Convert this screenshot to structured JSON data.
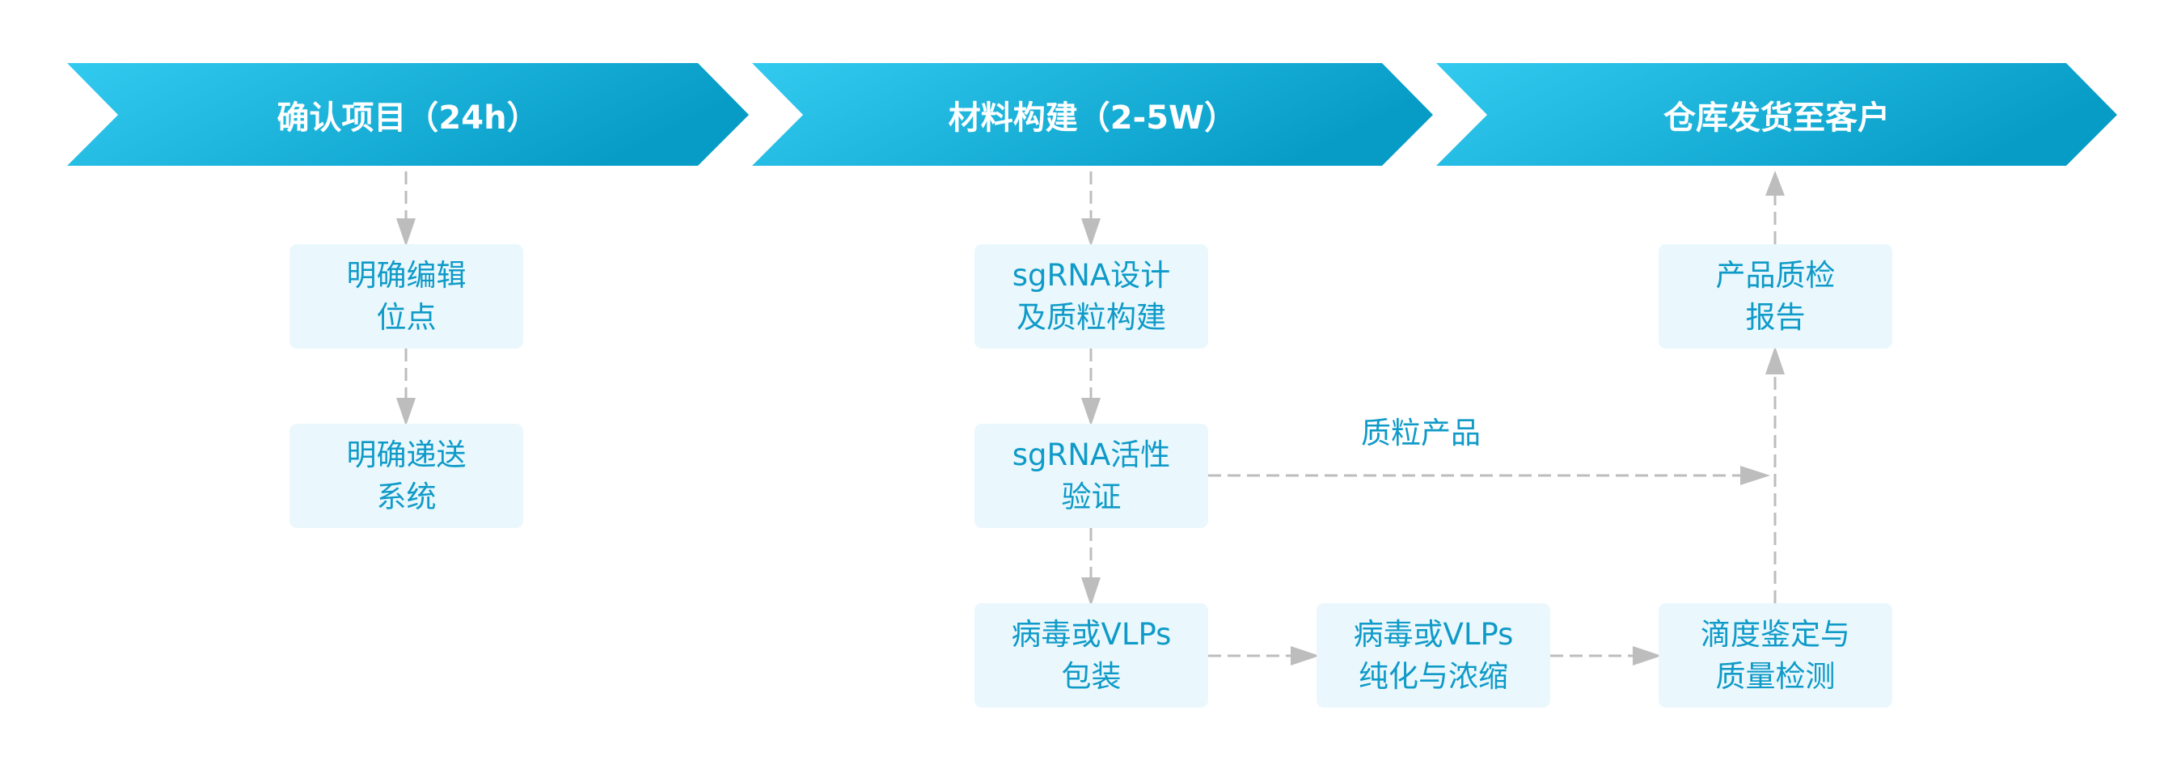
{
  "colors": {
    "stage_gradient_start": "#33caf0",
    "stage_gradient_end": "#069cc6",
    "box_background": "#eaf8fd",
    "box_text": "#0f9ac8",
    "connector": "#bdbdbd"
  },
  "stages": [
    {
      "id": "confirm",
      "label": "确认项目（24h）"
    },
    {
      "id": "build",
      "label": "材料构建（2-5W）"
    },
    {
      "id": "ship",
      "label": "仓库发货至客户"
    }
  ],
  "steps": {
    "edit_site": {
      "lines": [
        "明确编辑",
        "位点"
      ]
    },
    "delivery_system": {
      "lines": [
        "明确递送",
        "系统"
      ]
    },
    "sgrna_design": {
      "lines": [
        "sgRNA设计",
        "及质粒构建"
      ]
    },
    "sgrna_validation": {
      "lines": [
        "sgRNA活性",
        "验证"
      ]
    },
    "packaging": {
      "lines": [
        "病毒或VLPs",
        "包装"
      ]
    },
    "purification": {
      "lines": [
        "病毒或VLPs",
        "纯化与浓缩"
      ]
    },
    "titer_qc": {
      "lines": [
        "滴度鉴定与",
        "质量检测"
      ]
    },
    "qc_report": {
      "lines": [
        "产品质检",
        "报告"
      ]
    }
  },
  "edge_labels": {
    "plasmid_product": "质粒产品"
  },
  "edges": [
    {
      "from": "stage:confirm",
      "to": "edit_site"
    },
    {
      "from": "edit_site",
      "to": "delivery_system"
    },
    {
      "from": "stage:build",
      "to": "sgrna_design"
    },
    {
      "from": "sgrna_design",
      "to": "sgrna_validation"
    },
    {
      "from": "sgrna_validation",
      "to": "packaging"
    },
    {
      "from": "sgrna_validation",
      "to": "ship-line",
      "label": "质粒产品"
    },
    {
      "from": "packaging",
      "to": "purification"
    },
    {
      "from": "purification",
      "to": "titer_qc"
    },
    {
      "from": "titer_qc",
      "to": "qc_report"
    },
    {
      "from": "qc_report",
      "to": "stage:ship"
    }
  ]
}
